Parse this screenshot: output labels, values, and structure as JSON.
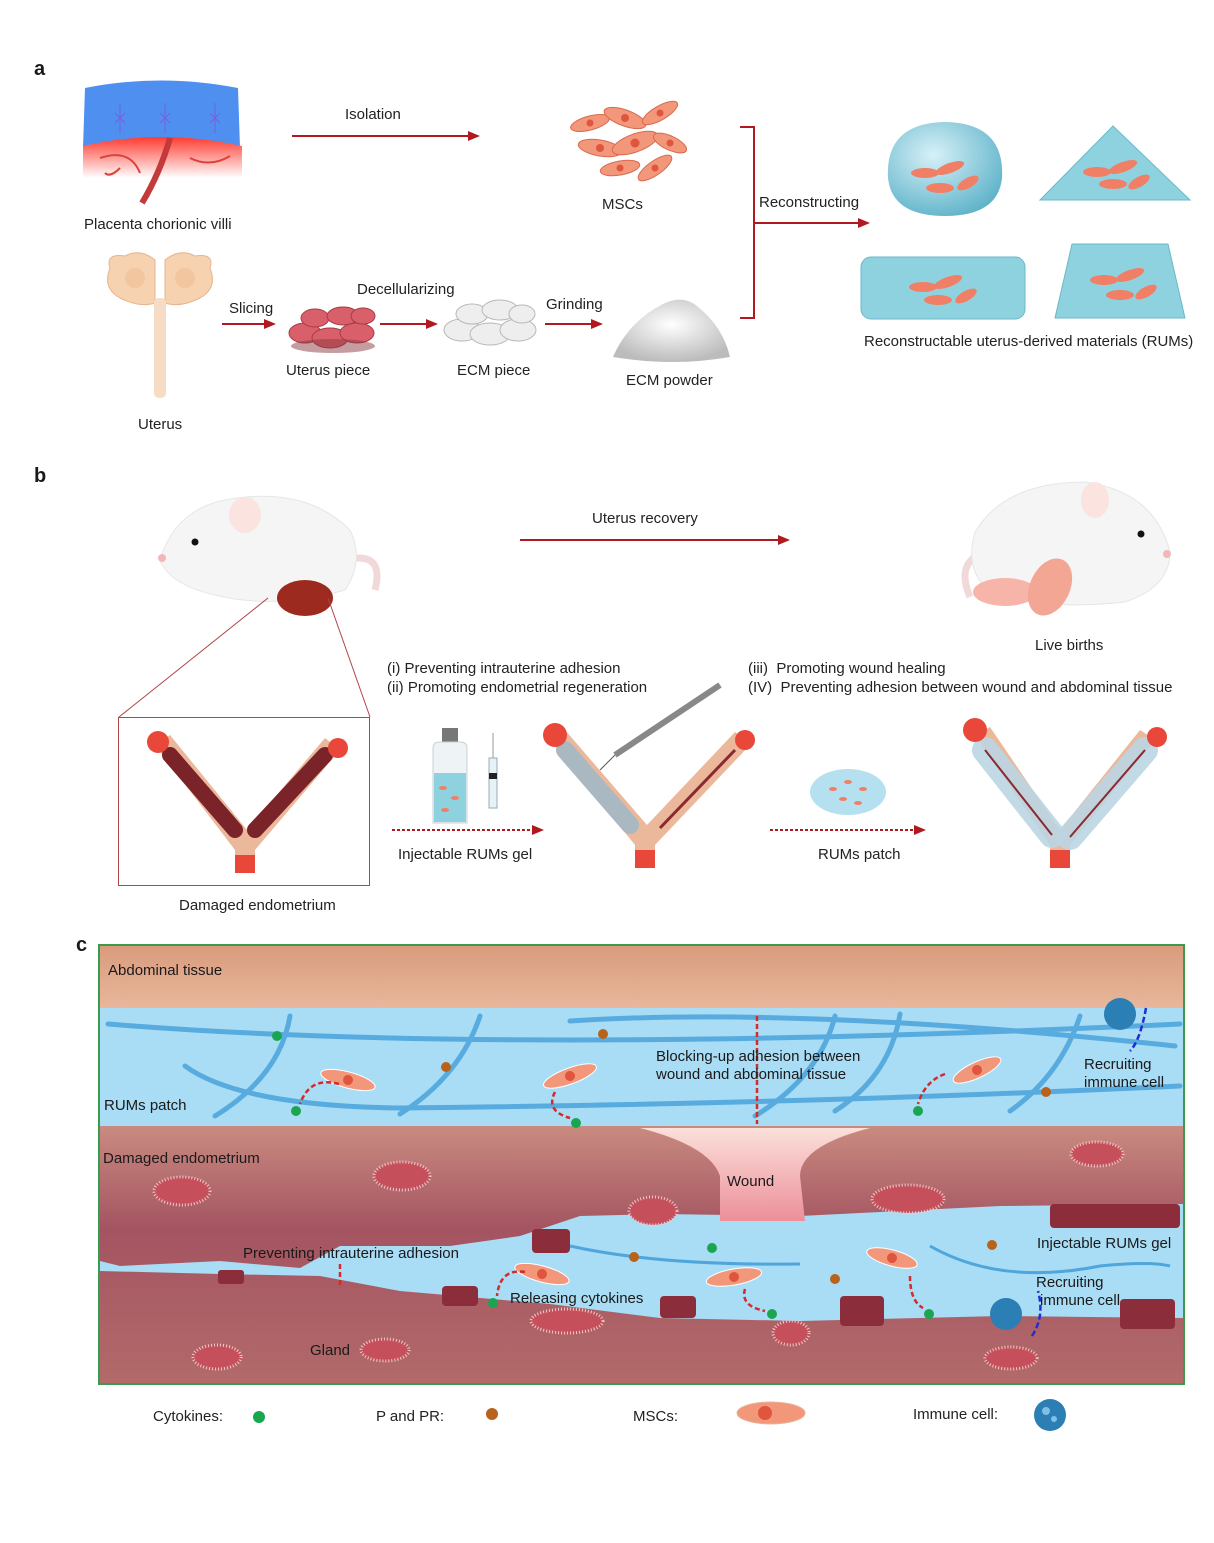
{
  "panels": {
    "a": {
      "label": "a",
      "placenta": "Placenta chorionic villi",
      "isolation": "Isolation",
      "mscs": "MSCs",
      "uterus": "Uterus",
      "slicing": "Slicing",
      "uterus_piece": "Uterus piece",
      "decellularizing": "Decellularizing",
      "ecm_piece": "ECM piece",
      "grinding": "Grinding",
      "ecm_powder": "ECM powder",
      "reconstructing": "Reconstructing",
      "rums": "Reconstructable uterus-derived materials (RUMs)"
    },
    "b": {
      "label": "b",
      "uterus_recovery": "Uterus recovery",
      "live_births": "Live births",
      "effects_left": [
        "(i) Preventing intrauterine adhesion",
        "(ii) Promoting endometrial regeneration"
      ],
      "effects_right": [
        "(iii)  Promoting wound healing",
        "(IV)  Preventing adhesion between wound and abdominal tissue"
      ],
      "damaged_endometrium": "Damaged endometrium",
      "injectable_gel": "Injectable RUMs gel",
      "rums_patch": "RUMs patch"
    },
    "c": {
      "label": "c",
      "abdominal_tissue": "Abdominal tissue",
      "rums_patch": "RUMs patch",
      "blocking": [
        "Blocking-up adhesion between",
        "wound and abdominal tissue"
      ],
      "recruiting_top": [
        "Recruiting",
        "immune cell"
      ],
      "damaged_endometrium": "Damaged endometrium",
      "wound": "Wound",
      "preventing": "Preventing intrauterine adhesion",
      "releasing": "Releasing cytokines",
      "gland": "Gland",
      "injectable_gel": "Injectable RUMs gel",
      "recruiting_bottom": [
        "Recruiting",
        "immune cell"
      ]
    }
  },
  "legend": {
    "cytokines": "Cytokines:",
    "p_pr": "P and PR:",
    "mscs": "MSCs:",
    "immune": "Immune cell:"
  },
  "colors": {
    "arrow": "#b0191f",
    "cytokine": "#1aa54f",
    "p_pr": "#b8621c",
    "msc": "#f2977a",
    "gel": "#a9dcf5",
    "tissue": "#a65a63",
    "abdominal": "#d9a58a",
    "border": "#3c9a4e"
  }
}
